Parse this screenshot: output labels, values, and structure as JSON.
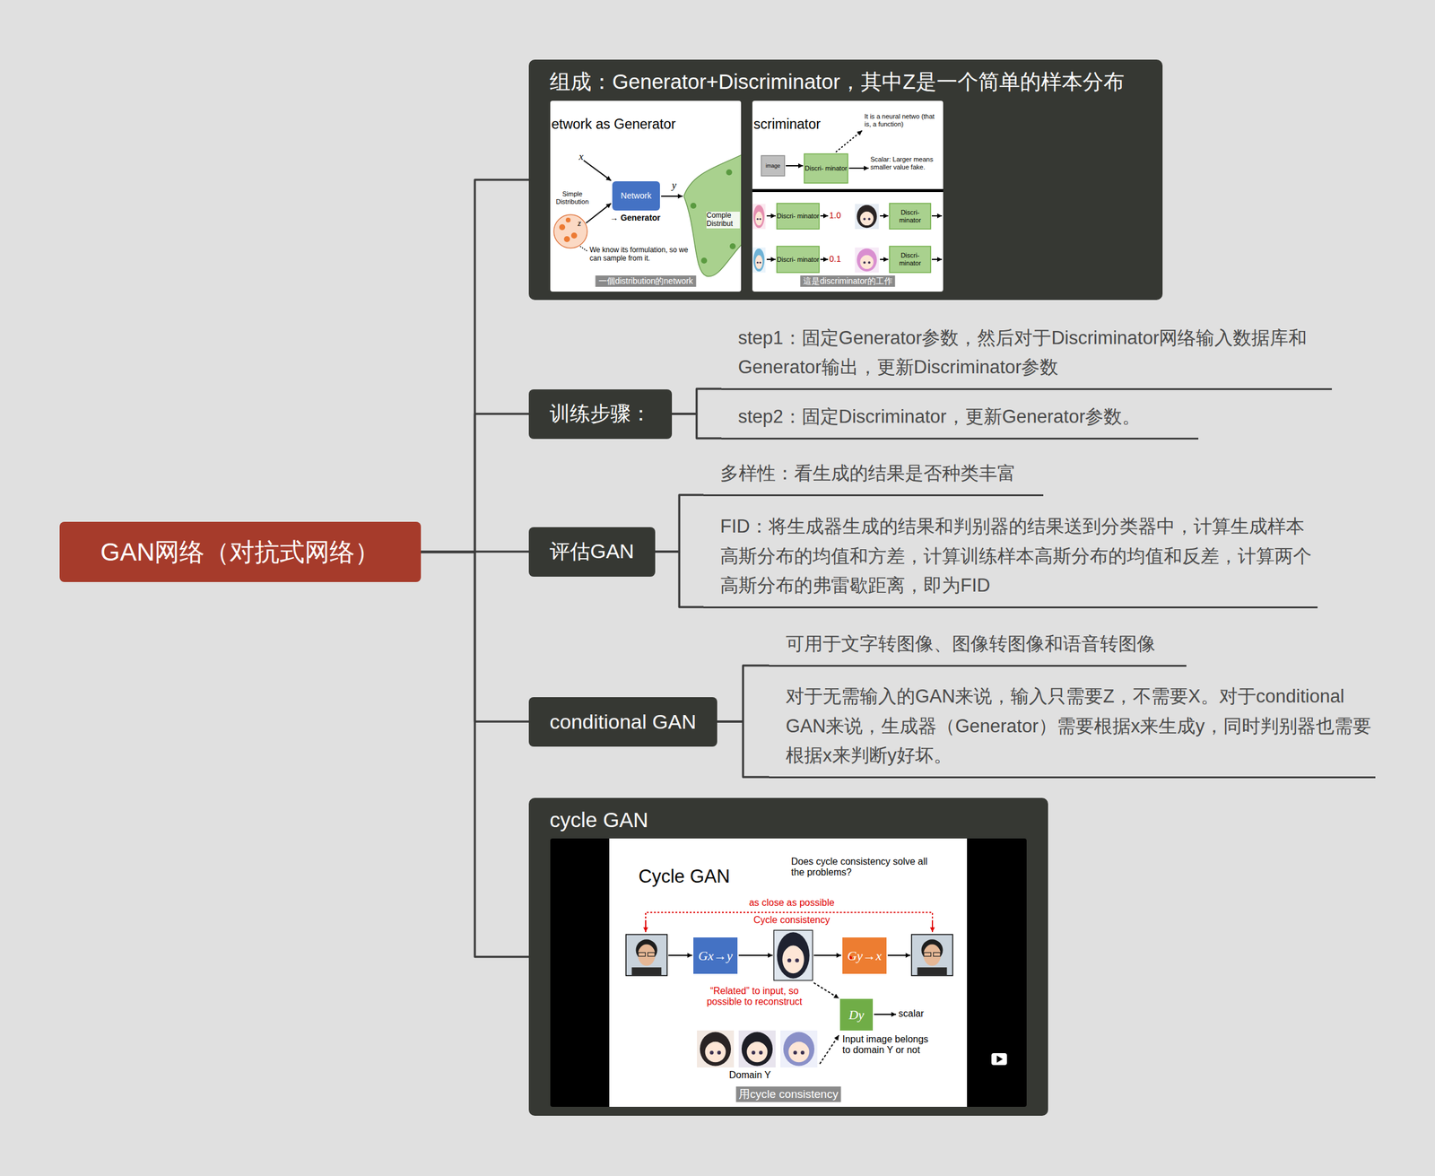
{
  "diagram": {
    "nodes": [
      {
        "text": [
          "GAN网络（对抗式网络）"
        ]
      },
      {
        "text": [
          "组成：Generator+Discriminator，其中Z是一个简单的样本分布"
        ]
      },
      {
        "text": [
          "一個distribution的network"
        ],
        "in": 1
      },
      {
        "text": [
          "這是discriminator的工作"
        ],
        "in": 1
      },
      {
        "text": [
          "训练步骤："
        ]
      },
      {
        "text": [
          "step1：固定Generator参数，然后对于Discriminator网络输入数据库和Generator输出，更新Discriminator参数"
        ]
      },
      {
        "text": [
          "step2：固定Discriminator，更新Generator参数。"
        ]
      },
      {
        "text": [
          "评估GAN"
        ]
      },
      {
        "text": [
          "多样性：看生成的结果是否种类丰富"
        ]
      },
      {
        "text": [
          "FID：将生成器生成的结果和判别器的结果送到分类器中，计算生成样本高斯分布的均值和方差，计算训练样本高斯分布的均值和反差，计算两个高斯分布的弗雷歇距离，即为FID"
        ]
      },
      {
        "text": [
          "conditional GAN"
        ]
      },
      {
        "text": [
          "可用于文字转图像、图像转图像和语音转图像"
        ]
      },
      {
        "text": [
          "对于无需输入的GAN来说，输入只需要Z，不需要X。对于conditional GAN来说，生成器（Generator）需要根据x来生成y，同时判别器也需要根据x来判断y好坏。"
        ]
      },
      {
        "text": [
          "cycle GAN"
        ]
      },
      {
        "text": [
          "用cycle consistency"
        ],
        "in": 13
      }
    ],
    "edges": [
      {
        "from": 0,
        "to": 1,
        "arrow": "none"
      },
      {
        "from": 0,
        "to": 4,
        "arrow": "none"
      },
      {
        "from": 0,
        "to": 7,
        "arrow": "none"
      },
      {
        "from": 0,
        "to": 10,
        "arrow": "none"
      },
      {
        "from": 0,
        "to": 13,
        "arrow": "none"
      },
      {
        "from": 4,
        "to": 5,
        "arrow": "none"
      },
      {
        "from": 4,
        "to": 6,
        "arrow": "none"
      },
      {
        "from": 7,
        "to": 8,
        "arrow": "none"
      },
      {
        "from": 7,
        "to": 9,
        "arrow": "none"
      },
      {
        "from": 10,
        "to": 11,
        "arrow": "none"
      },
      {
        "from": 10,
        "to": 12,
        "arrow": "none"
      }
    ],
    "labels": [
      "etwork as Generator",
      "x",
      "Simple Distribution",
      "z",
      "Network",
      "→ Generator",
      "y",
      "We know its formulation, so we can sample from it.",
      "Comple Distribut",
      "scriminator",
      "It is a neural netwo (that is, a function)",
      "image",
      "Discri- minator",
      "Scalar: Larger means smaller value fake.",
      "Discri- minator",
      "1.0",
      "Discri- minator",
      "Discri- minator",
      "0.1",
      "Discri- minator",
      "Cycle GAN",
      "Does cycle consistency solve all the problems?",
      "as close as possible",
      "Cycle consistency",
      "Gx→y",
      "Gy→x",
      "“Related” to input, so possible to reconstruct",
      "Dy",
      "scalar",
      "Input image belongs to domain Y or not",
      "Domain Y"
    ]
  }
}
